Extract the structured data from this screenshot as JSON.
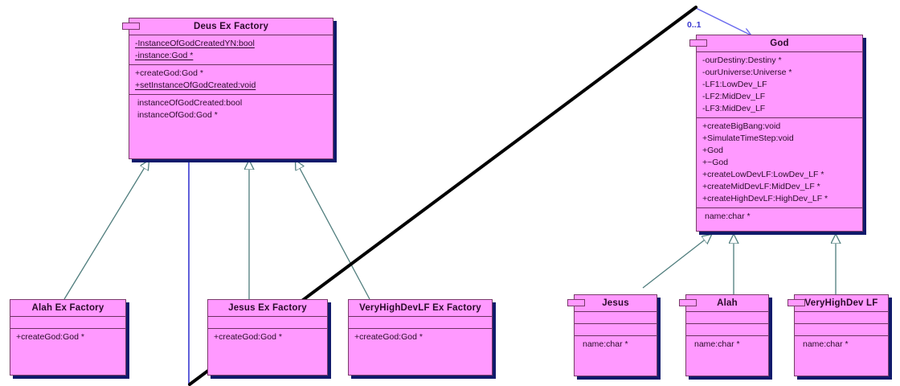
{
  "diagram": {
    "type": "uml-class-diagram",
    "colors": {
      "class_fill": "#FF99FF",
      "class_border": "#7a3a6a",
      "class_shadow": "#101a6b",
      "inheritance_line": "#4f7d7d",
      "association_line": "#6a6aee",
      "multiplicity_text": "#3a3ad0",
      "annotation_line": "#000000",
      "background": "#ffffff"
    },
    "classes": [
      {
        "id": "deus-ex-factory",
        "name": "Deus Ex Factory",
        "has_tab": true,
        "sections": [
          {
            "kind": "attributes",
            "rows": [
              {
                "text": "-InstanceOfGodCreatedYN:bool",
                "static": true
              },
              {
                "text": "-instance:God *",
                "static": true
              }
            ]
          },
          {
            "kind": "operations",
            "rows": [
              {
                "text": "+createGod:God *",
                "static": false
              },
              {
                "text": "+setInstanceOfGodCreated:void",
                "static": true
              }
            ]
          },
          {
            "kind": "extra",
            "rows": [
              {
                "text": "instanceOfGodCreated:bool",
                "static": false
              },
              {
                "text": "instanceOfGod:God *",
                "static": false
              }
            ]
          }
        ]
      },
      {
        "id": "god",
        "name": "God",
        "has_tab": true,
        "sections": [
          {
            "kind": "attributes",
            "rows": [
              {
                "text": "-ourDestiny:Destiny *",
                "static": false
              },
              {
                "text": "-ourUniverse:Universe *",
                "static": false
              },
              {
                "text": "-LF1:LowDev_LF",
                "static": false
              },
              {
                "text": "-LF2:MidDev_LF",
                "static": false
              },
              {
                "text": "-LF3:MidDev_LF",
                "static": false
              }
            ]
          },
          {
            "kind": "operations",
            "rows": [
              {
                "text": "+createBigBang:void",
                "static": false
              },
              {
                "text": "+SimulateTimeStep:void",
                "static": false
              },
              {
                "text": "+God",
                "static": false
              },
              {
                "text": "+~God",
                "static": false
              },
              {
                "text": "+createLowDevLF:LowDev_LF *",
                "static": false
              },
              {
                "text": "+createMidDevLF:MidDev_LF *",
                "static": false
              },
              {
                "text": "+createHighDevLF:HighDev_LF *",
                "static": false
              }
            ]
          },
          {
            "kind": "extra",
            "rows": [
              {
                "text": "name:char *",
                "static": false
              }
            ]
          }
        ]
      },
      {
        "id": "alah-ex-factory",
        "name": "Alah Ex Factory",
        "has_tab": false,
        "sections": [
          {
            "kind": "attributes",
            "rows": []
          },
          {
            "kind": "operations",
            "rows": [
              {
                "text": "+createGod:God *",
                "static": false
              }
            ]
          }
        ]
      },
      {
        "id": "jesus-ex-factory",
        "name": "Jesus Ex Factory",
        "has_tab": false,
        "sections": [
          {
            "kind": "attributes",
            "rows": []
          },
          {
            "kind": "operations",
            "rows": [
              {
                "text": "+createGod:God *",
                "static": false
              }
            ]
          }
        ]
      },
      {
        "id": "veryhighdevlf-ex-factory",
        "name": "VeryHighDevLF Ex Factory",
        "has_tab": false,
        "sections": [
          {
            "kind": "attributes",
            "rows": []
          },
          {
            "kind": "operations",
            "rows": [
              {
                "text": "+createGod:God *",
                "static": false
              }
            ]
          }
        ]
      },
      {
        "id": "jesus",
        "name": "Jesus",
        "has_tab": true,
        "sections": [
          {
            "kind": "attributes",
            "rows": []
          },
          {
            "kind": "operations",
            "rows": []
          },
          {
            "kind": "extra",
            "rows": [
              {
                "text": "name:char *",
                "static": false
              }
            ]
          }
        ]
      },
      {
        "id": "alah",
        "name": "Alah",
        "has_tab": true,
        "sections": [
          {
            "kind": "attributes",
            "rows": []
          },
          {
            "kind": "operations",
            "rows": []
          },
          {
            "kind": "extra",
            "rows": [
              {
                "text": "name:char *",
                "static": false
              }
            ]
          }
        ]
      },
      {
        "id": "veryhighdev-lf",
        "name": "VeryHighDev LF",
        "has_tab": true,
        "sections": [
          {
            "kind": "attributes",
            "rows": []
          },
          {
            "kind": "operations",
            "rows": []
          },
          {
            "kind": "extra",
            "rows": [
              {
                "text": "name:char *",
                "static": false
              }
            ]
          }
        ]
      }
    ],
    "relationships": [
      {
        "id": "alah-ex-factory-to-deus",
        "type": "generalization",
        "from": "alah-ex-factory",
        "to": "deus-ex-factory"
      },
      {
        "id": "jesus-ex-factory-to-deus",
        "type": "generalization",
        "from": "jesus-ex-factory",
        "to": "deus-ex-factory"
      },
      {
        "id": "veryhighdevlf-ex-factory-to-deus",
        "type": "generalization",
        "from": "veryhighdevlf-ex-factory",
        "to": "deus-ex-factory"
      },
      {
        "id": "jesus-to-god",
        "type": "generalization",
        "from": "jesus",
        "to": "god"
      },
      {
        "id": "alah-to-god",
        "type": "generalization",
        "from": "alah",
        "to": "god"
      },
      {
        "id": "veryhighdev-lf-to-god",
        "type": "generalization",
        "from": "veryhighdev-lf",
        "to": "god"
      },
      {
        "id": "deus-to-god-association",
        "type": "association",
        "from": "deus-ex-factory",
        "to": "god",
        "multiplicity": "0..1"
      }
    ],
    "labels": {
      "association_multiplicity": "0..1"
    }
  }
}
